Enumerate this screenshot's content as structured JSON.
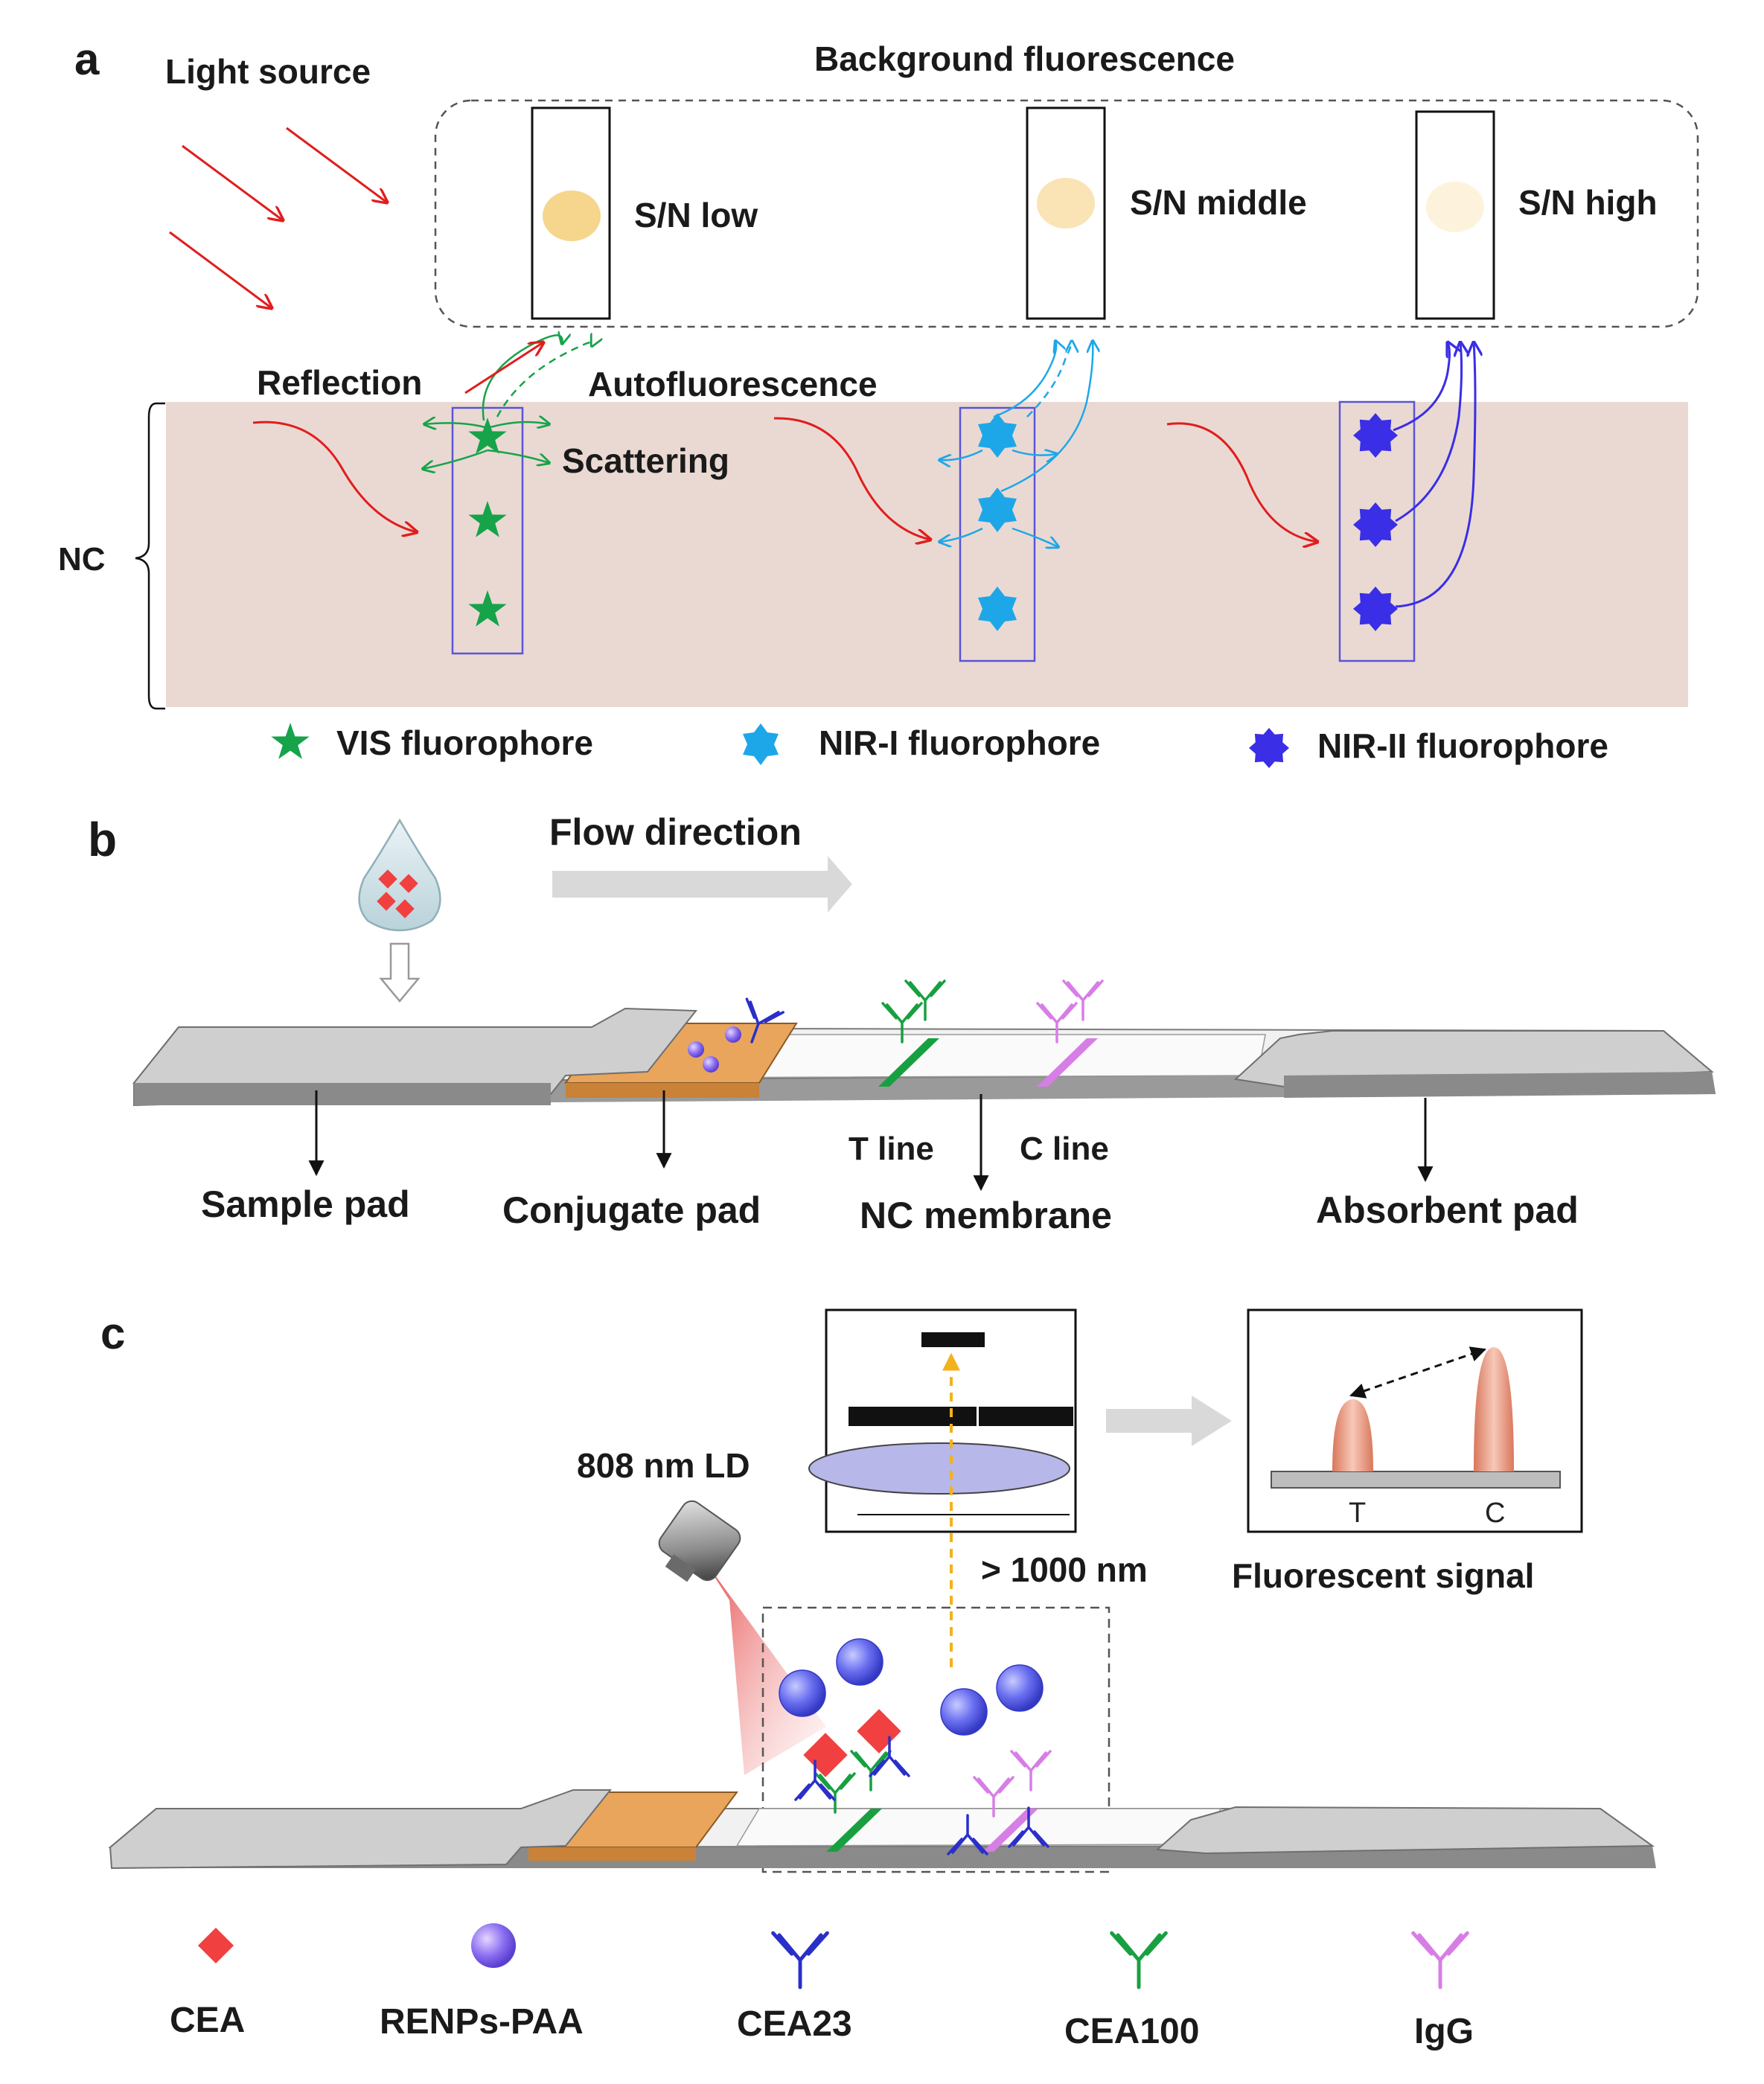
{
  "panel_a": {
    "letter": "a",
    "light_source": "Light source",
    "background_fluorescence": "Background fluorescence",
    "sn_low": "S/N low",
    "sn_middle": "S/N middle",
    "sn_high": "S/N high",
    "reflection": "Reflection",
    "autofluorescence": "Autofluorescence",
    "scattering": "Scattering",
    "nc": "NC",
    "legend": {
      "vis": "VIS fluorophore",
      "nir1": "NIR-I fluorophore",
      "nir2": "NIR-II fluorophore"
    },
    "colors": {
      "vis": "#16a34a",
      "nir1": "#1ea7e8",
      "nir2": "#3a2ee6",
      "membrane": "#ead9d3",
      "arrow_red": "#e11d1d"
    }
  },
  "panel_b": {
    "letter": "b",
    "flow_direction": "Flow direction",
    "t_line": "T line",
    "c_line": "C line",
    "sample_pad": "Sample pad",
    "conjugate_pad": "Conjugate pad",
    "nc_membrane": "NC membrane",
    "absorbent_pad": "Absorbent pad"
  },
  "panel_c": {
    "letter": "c",
    "laser": "808 nm LD",
    "wavelength": "> 1000 nm",
    "fluorescent_signal": "Fluorescent signal",
    "t_axis": "T",
    "c_axis": "C",
    "legend": {
      "cea": "CEA",
      "renps": "RENPs-PAA",
      "cea23": "CEA23",
      "cea100": "CEA100",
      "igg": "IgG"
    },
    "colors": {
      "cea": "#f04040",
      "renps": "#5b63e8",
      "cea23": "#2a2fc9",
      "cea100": "#18a040",
      "igg": "#d77ee6"
    }
  }
}
